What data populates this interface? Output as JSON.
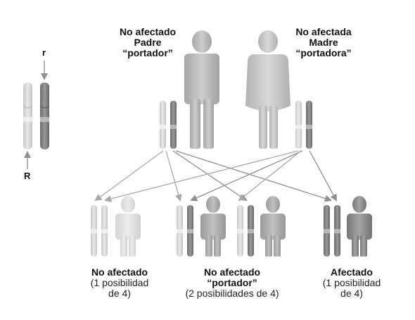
{
  "legend": {
    "upper_letter": "r",
    "lower_letter": "R"
  },
  "parents": {
    "father": {
      "line1": "No afectado",
      "line2": "Padre",
      "line3": "“portador”"
    },
    "mother": {
      "line1": "No afectada",
      "line2": "Madre",
      "line3": "“portadora”"
    }
  },
  "offspring": {
    "unaffected": {
      "title": "No afectado",
      "line2": "(1 posibilidad",
      "line3": "de 4)"
    },
    "carrier": {
      "title1": "No afectado",
      "title2": "“portador”",
      "line3": "(2 posibilidades de 4)"
    },
    "affected": {
      "title": "Afectado",
      "line2": "(1 posibilidad",
      "line3": "de 4)"
    }
  },
  "colors": {
    "light_chromosome": "#d6d6d6",
    "dark_chromosome": "#7a7a7a",
    "arrow": "#a8a8a8",
    "father_figure": "#b9b9b9",
    "mother_figure": "#c4c4c4",
    "child_light": "#e0e0e0",
    "child_mid": "#a9a9a9",
    "child_dark": "#8a8a8a"
  }
}
